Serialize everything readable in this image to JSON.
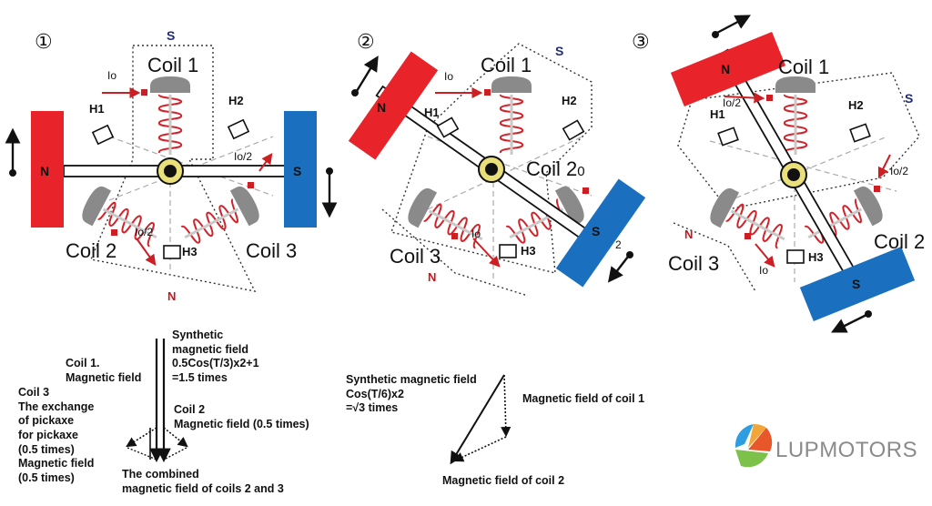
{
  "colors": {
    "north": "#e8232a",
    "south": "#1a6fbf",
    "spring": "#d2232a",
    "core": "#8a8a8a",
    "current": "#cc1f24"
  },
  "panel1": {
    "step": "①",
    "coil1": "Coil 1",
    "coil2": "Coil 2",
    "coil3": "Coil 3",
    "h1": "H1",
    "h2": "H2",
    "h3": "H3",
    "io": "Io",
    "io_half_a": "Io/2",
    "io_half_b": "Io/2",
    "magnet_n": "N",
    "magnet_s": "S",
    "pole_top": "S",
    "pole_bottom": "N"
  },
  "panel2": {
    "step": "②",
    "coil1": "Coil 1",
    "coil2": "Coil 2",
    "coil2_sub": "0",
    "coil3": "Coil 3",
    "h1": "H1",
    "h2": "H2",
    "h3": "H3",
    "io": "Io",
    "magnet_n": "N",
    "magnet_s": "S",
    "pole_top": "S",
    "pole_bottom": "N",
    "mark": "2"
  },
  "panel3": {
    "step": "③",
    "coil1": "Coil 1",
    "coil2": "Coil 2",
    "coil3": "Coil 3",
    "h1": "H1",
    "h2": "H2",
    "h3": "H3",
    "io_half_a": "Io/2",
    "io_half_b": "Io/2",
    "io": "Io",
    "magnet_n": "N",
    "magnet_s": "S",
    "pole_right": "S",
    "pole_left": "N"
  },
  "vector1": {
    "coil1_label": "Coil 1.\nMagnetic field",
    "synthetic_label": "Synthetic\nmagnetic field\n0.5Cos(T/3)x2+1\n=1.5 times",
    "coil3_label": "Coil 3\nThe exchange\nof pickaxe\nfor pickaxe\n(0.5 times)\nMagnetic field\n(0.5 times)",
    "coil2_label": "Coil 2\nMagnetic field (0.5 times)",
    "combined_label": "The combined\nmagnetic field of coils 2 and 3"
  },
  "vector2": {
    "synthetic_label": "Synthetic magnetic field\nCos(T/6)x2\n=√3 times",
    "coil1_label": "Magnetic field of coil 1",
    "coil2_label": "Magnetic field of coil 2"
  },
  "brand": {
    "name": "LUPMOTORS"
  }
}
